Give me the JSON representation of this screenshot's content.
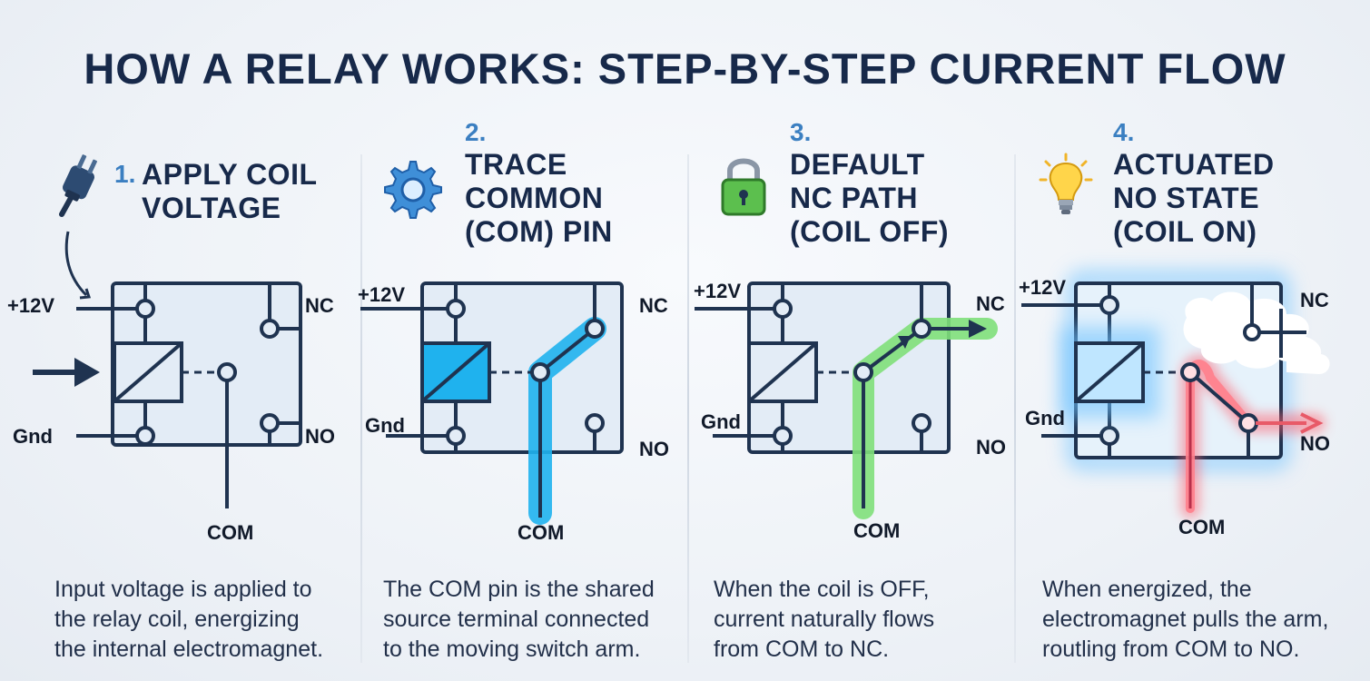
{
  "title": "HOW A RELAY WORKS: STEP-BY-STEP CURRENT FLOW",
  "steps": [
    {
      "number": "1.",
      "title_lines": [
        "APPLY COIL",
        "VOLTAGE"
      ],
      "icon": "power-plug-icon",
      "labels": {
        "v12": "+12V",
        "gnd": "Gnd",
        "nc": "NC",
        "no": "NO",
        "com": "COM"
      },
      "description": "Input voltage is applied to\nthe relay coil, energizing\nthe internal electromagnet."
    },
    {
      "number": "2.",
      "title_lines": [
        "TRACE",
        "COMMON",
        "(COM) PIN"
      ],
      "icon": "gear-icon",
      "labels": {
        "v12": "+12V",
        "gnd": "Gnd",
        "nc": "NC",
        "no": "NO",
        "com": "COM"
      },
      "description": "The COM pin is the shared\nsource terminal connected\nto the moving switch arm."
    },
    {
      "number": "3.",
      "title_lines": [
        "DEFAULT",
        "NC PATH",
        "(COIL OFF)"
      ],
      "icon": "padlock-icon",
      "labels": {
        "v12": "+12V",
        "gnd": "Gnd",
        "nc": "NC",
        "no": "NO",
        "com": "COM"
      },
      "description": "When the coil is OFF,\ncurrent naturally flows\nfrom COM to NC."
    },
    {
      "number": "4.",
      "title_lines": [
        "ACTUATED",
        "NO STATE",
        "(COIL ON)"
      ],
      "icon": "light-bulb-icon",
      "labels": {
        "v12": "+12V",
        "gnd": "Gnd",
        "nc": "NC",
        "no": "NO",
        "com": "COM"
      },
      "description": "When energized, the\nelectromagnet pulls the arm,\nroutling from COM to NO."
    }
  ],
  "colors": {
    "title": "#17294a",
    "step_number": "#3b7fc1",
    "line": "#1f3350",
    "box_fill": "#e3ecf6",
    "com_highlight": "#1fb2ee",
    "nc_highlight": "#7fe07a",
    "no_highlight": "#ff5d6c",
    "glow_blue": "#6fc3ff"
  }
}
